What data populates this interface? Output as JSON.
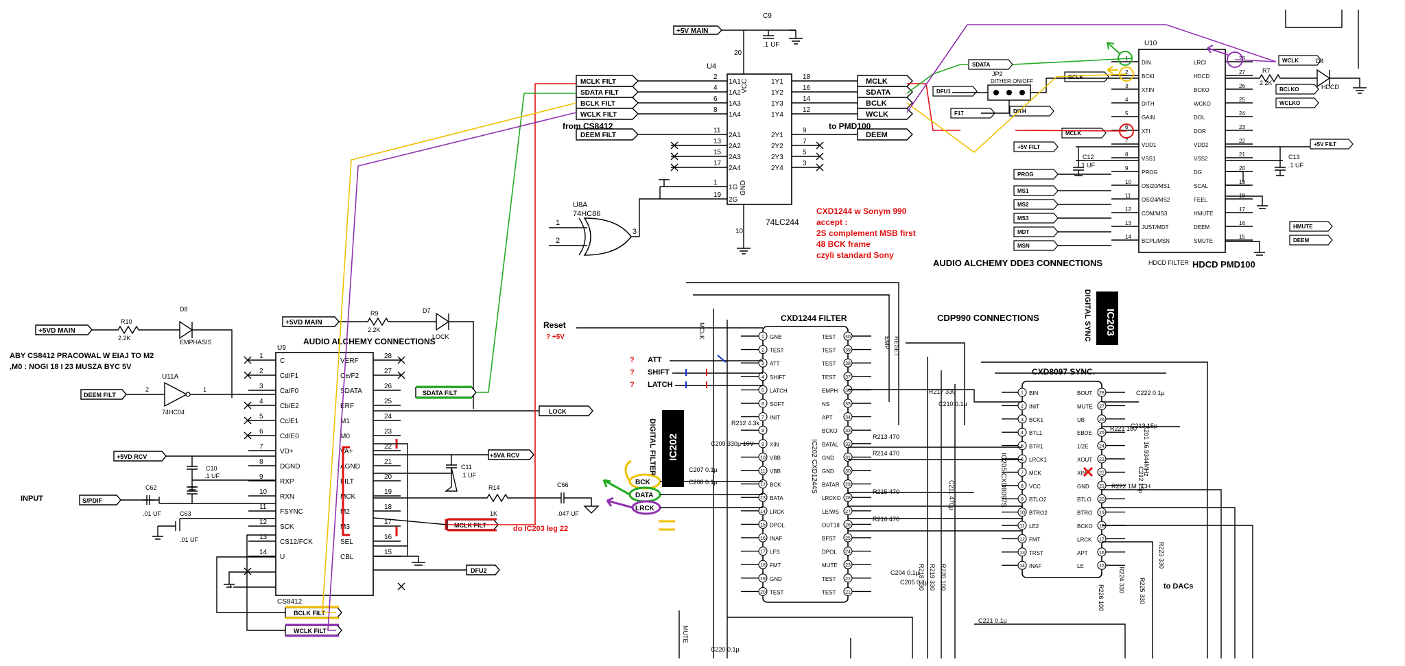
{
  "colors": {
    "red": "#e01010",
    "green": "#22aa22",
    "yellow": "#f0c000",
    "purple": "#9030b0",
    "blue": "#1030d0"
  },
  "top": {
    "u4": {
      "ref": "U4",
      "part": "74LC244",
      "vcc": "VCC",
      "gnd": "GND",
      "left_pins": [
        {
          "num": "2",
          "name": "1A1"
        },
        {
          "num": "4",
          "name": "1A2"
        },
        {
          "num": "6",
          "name": "1A3"
        },
        {
          "num": "8",
          "name": "1A4"
        },
        {
          "num": "11",
          "name": "2A1"
        },
        {
          "num": "13",
          "name": "2A2"
        },
        {
          "num": "15",
          "name": "2A3"
        },
        {
          "num": "17",
          "name": "2A4"
        },
        {
          "num": "1",
          "name": "1G"
        },
        {
          "num": "19",
          "name": "2G"
        }
      ],
      "right_pins": [
        {
          "num": "18",
          "name": "1Y1"
        },
        {
          "num": "16",
          "name": "1Y2"
        },
        {
          "num": "14",
          "name": "1Y3"
        },
        {
          "num": "12",
          "name": "1Y4"
        },
        {
          "num": "9",
          "name": "2Y1"
        },
        {
          "num": "7",
          "name": "2Y2"
        },
        {
          "num": "5",
          "name": "2Y3"
        },
        {
          "num": "3",
          "name": "2Y4"
        }
      ],
      "vcc_pin": "20",
      "gnd_pin": "10"
    },
    "in_tags": [
      "MCLK FILT",
      "SDATA FILT",
      "BCLK FILT",
      "WCLK FILT",
      "DEEM FILT"
    ],
    "out_tags": [
      "MCLK",
      "SDATA",
      "BCLK",
      "WCLK",
      "DEEM"
    ],
    "supply": "+5V MAIN",
    "c9": {
      "ref": "C9",
      "val": ".1 UF"
    },
    "from": "from CS8412",
    "to": "to PMD100",
    "u8a": {
      "ref": "U8A",
      "part": "74HC86",
      "p1": "1",
      "p2": "2",
      "p3": "3"
    },
    "note": [
      "CXD1244 w Sonym 990",
      "accept :",
      "2S complement MSB first",
      "48 BCK frame",
      "czyli standard Sony"
    ]
  },
  "pmd": {
    "ref": "U10",
    "footer": "HDCD FILTER",
    "title": "HDCD PMD100",
    "dde3": "AUDIO ALCHEMY DDE3 CONNECTIONS",
    "left_pins": [
      {
        "num": "1",
        "name": "DIN"
      },
      {
        "num": "2",
        "name": "BCKI"
      },
      {
        "num": "3",
        "name": "XTIN"
      },
      {
        "num": "4",
        "name": "DITH"
      },
      {
        "num": "5",
        "name": "GAIN"
      },
      {
        "num": "6",
        "name": "XTI"
      },
      {
        "num": "7",
        "name": "VDD1"
      },
      {
        "num": "8",
        "name": "VSS1"
      },
      {
        "num": "9",
        "name": "PROG"
      },
      {
        "num": "10",
        "name": "OSI20/MS1"
      },
      {
        "num": "11",
        "name": "OSI24/MS2"
      },
      {
        "num": "12",
        "name": "COM/MS3"
      },
      {
        "num": "13",
        "name": "JUST/MDT"
      },
      {
        "num": "14",
        "name": "BCPL/MSN"
      }
    ],
    "right_pins": [
      {
        "num": "28",
        "name": "LRCI"
      },
      {
        "num": "27",
        "name": "HDCD"
      },
      {
        "num": "26",
        "name": "BCKO"
      },
      {
        "num": "25",
        "name": "WCKO"
      },
      {
        "num": "24",
        "name": "DOL"
      },
      {
        "num": "23",
        "name": "DOR"
      },
      {
        "num": "22",
        "name": "VDD2"
      },
      {
        "num": "21",
        "name": "VSS2"
      },
      {
        "num": "20",
        "name": "DG"
      },
      {
        "num": "19",
        "name": "SCAL"
      },
      {
        "num": "18",
        "name": "FEEL"
      },
      {
        "num": "17",
        "name": "HMUTE"
      },
      {
        "num": "16",
        "name": "DEEM"
      },
      {
        "num": "15",
        "name": "SMUTE"
      }
    ],
    "tags_left": [
      "SDATA",
      "BCLK",
      "MCLK",
      "DITH",
      "DFU1",
      "F17",
      "+5V FILT",
      "PROG",
      "MS1",
      "MS2",
      "MS3",
      "MDT",
      "MSN"
    ],
    "tags_right": [
      "WCLK",
      "BCLKO",
      "WCLKO",
      "+5V FILT",
      "HMUTE",
      "DEEM"
    ],
    "jp2": {
      "ref": "JP2",
      "label": "DITHER ON/OFF"
    },
    "c12": {
      "ref": "C12",
      "val": ".1 UF"
    },
    "c13": {
      "ref": "C13",
      "val": ".1 UF"
    },
    "r7": {
      "ref": "R7",
      "val": "2.2K"
    },
    "d4": {
      "ref": "D4",
      "label": "HDCD"
    }
  },
  "cs": {
    "ref": "U9",
    "part": "CS8412",
    "title": "AUDIO ALCHEMY CONNECTIONS",
    "left_pins": [
      {
        "num": "1",
        "name": "C"
      },
      {
        "num": "2",
        "name": "Cd/F1"
      },
      {
        "num": "3",
        "name": "Ca/F0"
      },
      {
        "num": "4",
        "name": "Cb/E2"
      },
      {
        "num": "5",
        "name": "Cc/E1"
      },
      {
        "num": "6",
        "name": "Cd/E0"
      },
      {
        "num": "7",
        "name": "VD+"
      },
      {
        "num": "8",
        "name": "DGND"
      },
      {
        "num": "9",
        "name": "RXP"
      },
      {
        "num": "10",
        "name": "RXN"
      },
      {
        "num": "11",
        "name": "FSYNC"
      },
      {
        "num": "12",
        "name": "SCK"
      },
      {
        "num": "13",
        "name": "CS12/FCK"
      },
      {
        "num": "14",
        "name": "U"
      }
    ],
    "right_pins": [
      {
        "num": "28",
        "name": "VERF"
      },
      {
        "num": "27",
        "name": "Ce/F2"
      },
      {
        "num": "26",
        "name": "SDATA"
      },
      {
        "num": "25",
        "name": "ERF"
      },
      {
        "num": "24",
        "name": "M1"
      },
      {
        "num": "23",
        "name": "M0"
      },
      {
        "num": "22",
        "name": "VA+"
      },
      {
        "num": "21",
        "name": "AGND"
      },
      {
        "num": "20",
        "name": "FILT"
      },
      {
        "num": "19",
        "name": "MCK"
      },
      {
        "num": "18",
        "name": "M2"
      },
      {
        "num": "17",
        "name": "M3"
      },
      {
        "num": "16",
        "name": "SEL"
      },
      {
        "num": "15",
        "name": "CBL"
      }
    ],
    "tags": [
      "+5VD MAIN",
      "+5VD MAIN",
      "DEEM FILT",
      "+5VD RCV",
      "S/PDIF",
      "SDATA FILT",
      "LOCK",
      "+5VA RCV",
      "MCLK FILT",
      "DFU2",
      "BCLK FILT",
      "WCLK FILT"
    ],
    "r10": {
      "ref": "R10",
      "val": "2.2K"
    },
    "d8": {
      "ref": "D8",
      "label": "EMPHASIS"
    },
    "r9": {
      "ref": "R9",
      "val": "2.2K"
    },
    "d7": {
      "ref": "D7",
      "label": "LOCK"
    },
    "u11a": {
      "ref": "U11A",
      "part": "74HC04",
      "p2": "2",
      "p1": "1"
    },
    "c10": {
      "ref": "C10",
      "val": ".1 UF"
    },
    "c11": {
      "ref": "C11",
      "val": ".1 UF"
    },
    "c62": {
      "ref": "C62",
      "val": ".01 UF"
    },
    "c63": {
      "ref": "C63",
      "val": ".01 UF"
    },
    "r14": {
      "ref": "R14",
      "val": "1K"
    },
    "c66": {
      "ref": "C66",
      "val": ".047 UF"
    },
    "note1": "ABY CS8412 PRACOWAL W EIAJ TO M2",
    "note2": ",M0  :   NOGI 18 I 23 MUSZA BYC 5V",
    "input": "INPUT",
    "leg": "do IC203  leg 22"
  },
  "cdp": {
    "title": "CDP990 CONNECTIONS",
    "ic202": "IC202",
    "ic202_desc": "DIGITAL FILTER",
    "ic203": "IC203",
    "ic203_desc": "DIGITAL SYNC",
    "cxd1244": {
      "title": "CXD1244  FILTER",
      "side": "IC202  CXD1244S",
      "left": [
        {
          "num": "1",
          "name": "GNB"
        },
        {
          "num": "2",
          "name": "TEST"
        },
        {
          "num": "3",
          "name": "ATT"
        },
        {
          "num": "4",
          "name": "SHIFT"
        },
        {
          "num": "5",
          "name": "LATCH"
        },
        {
          "num": "6",
          "name": "SOFT"
        },
        {
          "num": "7",
          "name": "INIT"
        },
        {
          "num": "8",
          "name": ""
        },
        {
          "num": "9",
          "name": "XIN"
        },
        {
          "num": "10",
          "name": "VBB"
        },
        {
          "num": "11",
          "name": "VBB"
        },
        {
          "num": "12",
          "name": "BCK"
        },
        {
          "num": "13",
          "name": "BATA"
        },
        {
          "num": "14",
          "name": "LRCK"
        },
        {
          "num": "15",
          "name": "DPOL"
        },
        {
          "num": "16",
          "name": "INAF"
        },
        {
          "num": "17",
          "name": "LFS"
        },
        {
          "num": "18",
          "name": "FMT"
        },
        {
          "num": "19",
          "name": "GND"
        },
        {
          "num": "20",
          "name": "TEST"
        }
      ],
      "right": [
        {
          "num": "40",
          "name": "TEST"
        },
        {
          "num": "39",
          "name": "TEST"
        },
        {
          "num": "38",
          "name": "TEST"
        },
        {
          "num": "37",
          "name": "TEST"
        },
        {
          "num": "36",
          "name": "EMPH"
        },
        {
          "num": "35",
          "name": "NS"
        },
        {
          "num": "34",
          "name": "APT"
        },
        {
          "num": "33",
          "name": "BCKO"
        },
        {
          "num": "32",
          "name": "BATAL"
        },
        {
          "num": "31",
          "name": "GND"
        },
        {
          "num": "30",
          "name": "GND"
        },
        {
          "num": "29",
          "name": "BATAR"
        },
        {
          "num": "28",
          "name": "LRCKO"
        },
        {
          "num": "27",
          "name": "LE/WS"
        },
        {
          "num": "26",
          "name": "OUT18"
        },
        {
          "num": "25",
          "name": "BFST"
        },
        {
          "num": "24",
          "name": "DPOL"
        },
        {
          "num": "23",
          "name": "MUTE"
        },
        {
          "num": "22",
          "name": "TEST"
        },
        {
          "num": "21",
          "name": "TEST"
        }
      ]
    },
    "cxd8097": {
      "title": "CXD8097 SYNC.",
      "side": "IC205 CXD8097S",
      "left": [
        {
          "num": "1",
          "name": "BIN"
        },
        {
          "num": "2",
          "name": "INIT"
        },
        {
          "num": "3",
          "name": "BCK1"
        },
        {
          "num": "4",
          "name": "BTL1"
        },
        {
          "num": "5",
          "name": "BTR1"
        },
        {
          "num": "6",
          "name": "LRCK1"
        },
        {
          "num": "7",
          "name": "MCK"
        },
        {
          "num": "8",
          "name": "VCC"
        },
        {
          "num": "9",
          "name": "BTLO2"
        },
        {
          "num": "10",
          "name": "BTRO2"
        },
        {
          "num": "11",
          "name": "LE2"
        },
        {
          "num": "12",
          "name": "FMT"
        },
        {
          "num": "13",
          "name": "TRST"
        },
        {
          "num": "14",
          "name": "INAF"
        }
      ],
      "right": [
        {
          "num": "28",
          "name": "BOUT"
        },
        {
          "num": "27",
          "name": "MUTE"
        },
        {
          "num": "26",
          "name": "UB"
        },
        {
          "num": "25",
          "name": "EBDE"
        },
        {
          "num": "24",
          "name": "1/2E"
        },
        {
          "num": "23",
          "name": "XOUT"
        },
        {
          "num": "22",
          "name": "XIN"
        },
        {
          "num": "21",
          "name": "GND"
        },
        {
          "num": "20",
          "name": "BTLO"
        },
        {
          "num": "19",
          "name": "BTRO"
        },
        {
          "num": "18",
          "name": "BCKO"
        },
        {
          "num": "17",
          "name": "LRCK"
        },
        {
          "num": "16",
          "name": "APT"
        },
        {
          "num": "15",
          "name": "LE"
        }
      ]
    },
    "reset": "Reset",
    "reset_q": "?  +5V",
    "att": "ATT",
    "shift": "SHIFT",
    "latch": "LATCH",
    "q": "?",
    "bck": "BCK",
    "data": "DATA",
    "lrck": "LRCK",
    "to_dacs": "to DACs",
    "parts": [
      "R217  330",
      "C210 0.1μ",
      "R213 470",
      "R214 470",
      "R215 470",
      "R216 470",
      "R218 330",
      "R219 330",
      "R220 100",
      "C211 470μ",
      "C204 0.1μ",
      "C205 0.1μ",
      "C207 0.1μ",
      "C208 0.1μ",
      "C209 330μ 10V",
      "R212 4.3k",
      "C221 0.1μ",
      "C220 0.1μ",
      "R221 150",
      "C213 15p",
      "R222 1M",
      "C222 0.1μ",
      "R223 330",
      "R224 330",
      "R225 330",
      "R226 100",
      "X201 16.9344MHz",
      "C212 15p",
      "CH"
    ],
    "sig_labels": [
      "MCLK",
      "RESET",
      "EMP",
      "MUTE"
    ]
  }
}
